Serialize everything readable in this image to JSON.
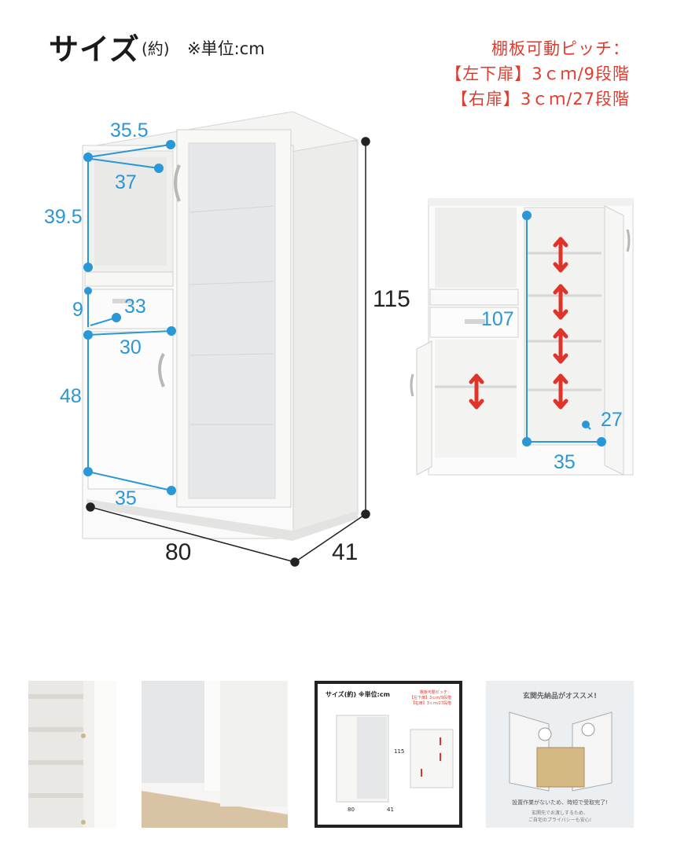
{
  "header": {
    "title": "サイズ",
    "title_suffix": "(約)",
    "unit": "※単位:cm"
  },
  "shelf_note": {
    "line1": "棚板可動ピッチ：",
    "line2": "【左下扉】3ｃｍ/9段階",
    "line3": "【右扉】3ｃｍ/27段階"
  },
  "dimensions_front": {
    "microwave_width": "35.5",
    "microwave_inner": "37",
    "microwave_height": "39.5",
    "drawer_height": "9",
    "drawer_width": "33",
    "door_inner_width": "30",
    "door_height": "48",
    "bottom_width": "35",
    "total_height": "115",
    "total_width": "80",
    "total_depth": "41"
  },
  "dimensions_open": {
    "inner_height": "107",
    "shelf_depth": "27",
    "shelf_width": "35"
  },
  "thumbnail_2_text": {
    "title": "サイズ(約) ※単位:cm",
    "note1": "棚板可動ピッチ：",
    "note2": "【左下扉】3ｃｍ/9段階",
    "note3": "【右扉】3ｃｍ/27段階",
    "h": "115",
    "w": "80",
    "d": "41"
  },
  "thumbnail_3_text": {
    "title": "玄関先納品がオススメ!",
    "caption1": "設置作業がないため、時短で受取完了!",
    "caption2": "玄関先でお渡しするため、",
    "caption3": "ご自宅のプライバシーも安心!"
  },
  "colors": {
    "accent_blue": "#2a97d6",
    "note_red": "#e23b2e",
    "arrow_red": "#e0342b",
    "selected_border": "#222222"
  }
}
